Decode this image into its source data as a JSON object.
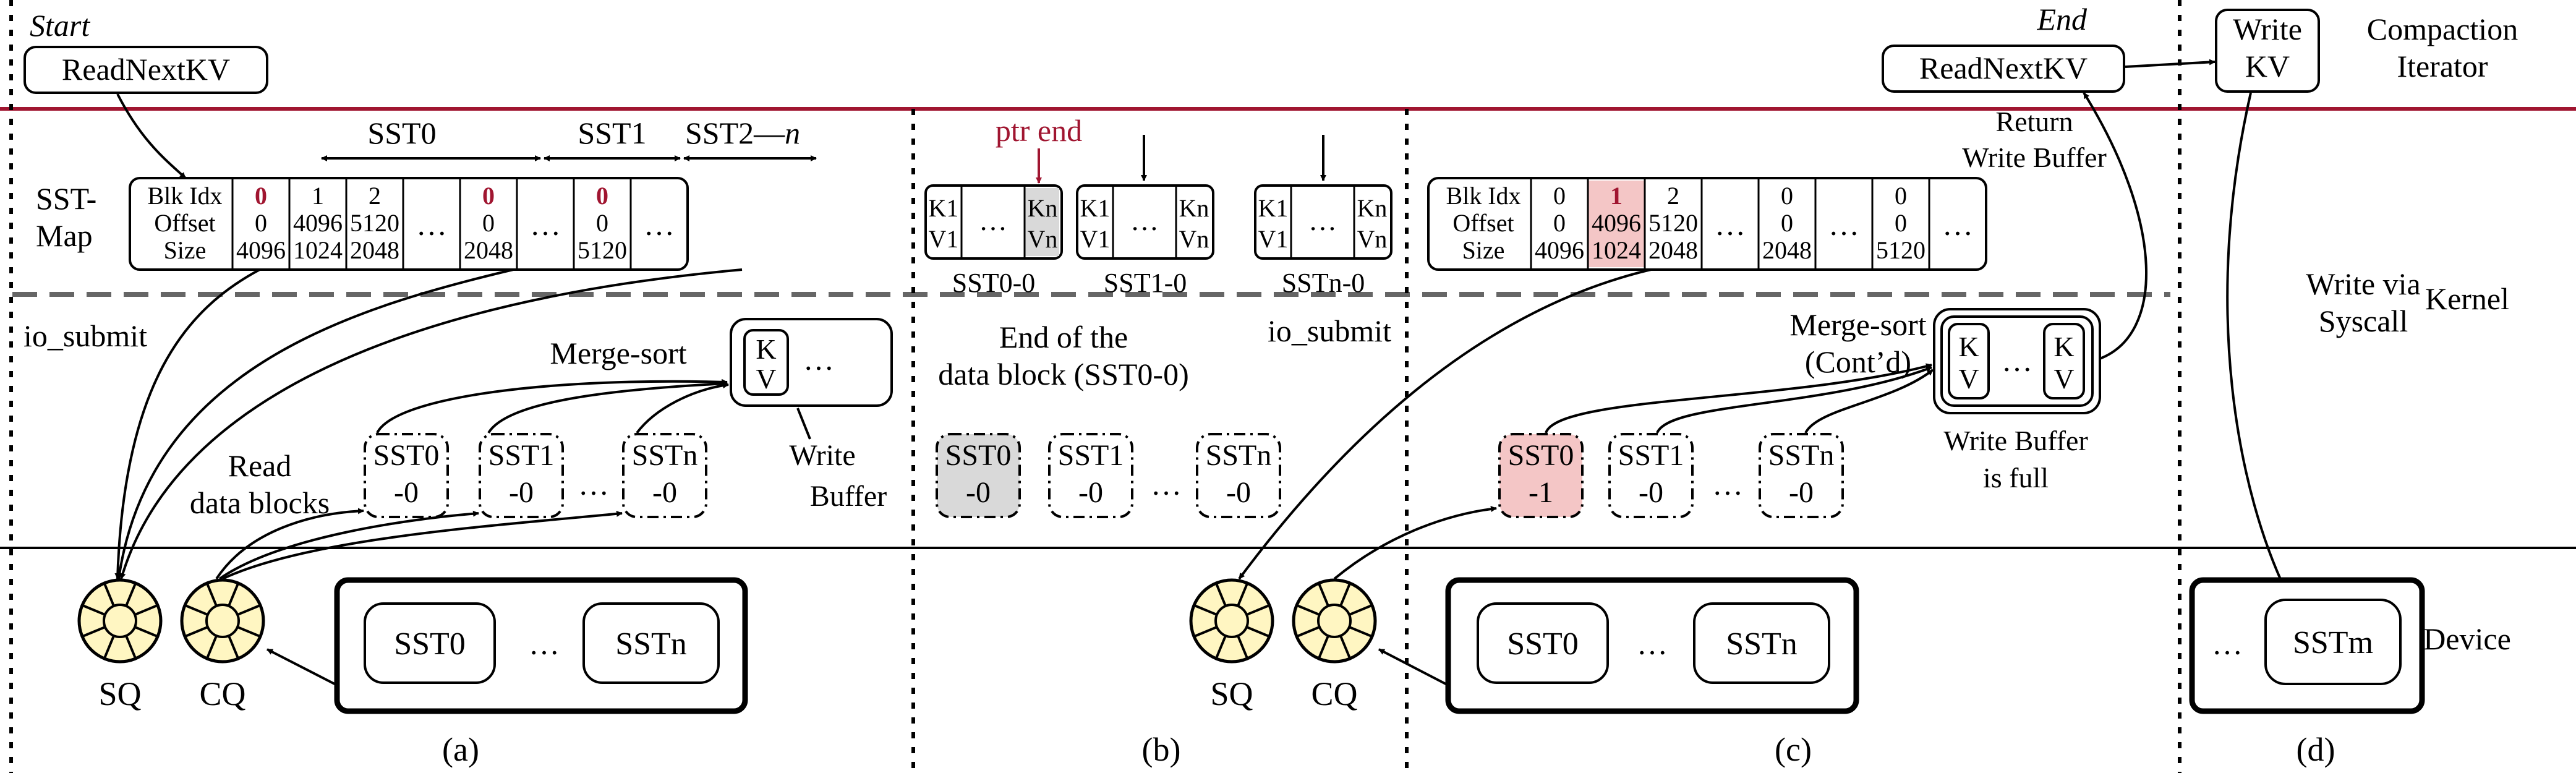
{
  "top": {
    "start": "Start",
    "end": "End",
    "read_next_kv": "ReadNextKV",
    "write_kv": [
      "Write",
      "KV"
    ],
    "compaction_iterator": [
      "Compaction",
      "Iterator"
    ]
  },
  "layers": {
    "kernel": "Kernel",
    "device": "Device"
  },
  "panel_a": {
    "range_sst0": "SST0",
    "range_sst1": "SST1",
    "range_sst2n": "SST2—",
    "range_n": "n",
    "sst_map_label": [
      "SST-",
      "Map"
    ],
    "row_labels": [
      "Blk Idx",
      "Offset",
      "Size"
    ],
    "map_cols": [
      {
        "blk": "0",
        "off": "0",
        "size": "4096"
      },
      {
        "blk": "1",
        "off": "4096",
        "size": "1024"
      },
      {
        "blk": "2",
        "off": "5120",
        "size": "2048"
      },
      {
        "blk": "…",
        "off": "",
        "size": ""
      },
      {
        "blk": "0",
        "off": "0",
        "size": "2048"
      },
      {
        "blk": "…",
        "off": "",
        "size": ""
      },
      {
        "blk": "0",
        "off": "0",
        "size": "5120"
      },
      {
        "blk": "…",
        "off": "",
        "size": ""
      }
    ],
    "io_submit": "io_submit",
    "merge_sort": "Merge-sort",
    "kv": [
      "K",
      "V"
    ],
    "ellipsis": "…",
    "write_buffer": [
      "Write",
      "Buffer"
    ],
    "read_data_blocks": [
      "Read",
      "data blocks"
    ],
    "blocks": [
      [
        "SST0",
        "-0"
      ],
      [
        "SST1",
        "-0"
      ],
      [
        "SSTn",
        "-0"
      ]
    ],
    "sq": "SQ",
    "cq": "CQ",
    "device_sst": [
      "SST0",
      "SSTn"
    ],
    "caption": "(a)"
  },
  "panel_b": {
    "ptr_end": "ptr end",
    "blocks": [
      {
        "k1": "K1",
        "v1": "V1",
        "kn": "Kn",
        "vn": "Vn",
        "label": "SST0-0"
      },
      {
        "k1": "K1",
        "v1": "V1",
        "kn": "Kn",
        "vn": "Vn",
        "label": "SST1-0"
      },
      {
        "k1": "K1",
        "v1": "V1",
        "kn": "Kn",
        "vn": "Vn",
        "label": "SSTn-0"
      }
    ],
    "end_of_block": [
      "End of the",
      "data block (SST0-0)"
    ],
    "io_submit": "io_submit",
    "data_blocks": [
      [
        "SST0",
        "-0"
      ],
      [
        "SST1",
        "-0"
      ],
      [
        "SSTn",
        "-0"
      ]
    ],
    "caption": "(b)"
  },
  "panel_c": {
    "row_labels": [
      "Blk Idx",
      "Offset",
      "Size"
    ],
    "map_cols": [
      {
        "blk": "0",
        "off": "0",
        "size": "4096"
      },
      {
        "blk": "1",
        "off": "4096",
        "size": "1024"
      },
      {
        "blk": "2",
        "off": "5120",
        "size": "2048"
      },
      {
        "blk": "…",
        "off": "",
        "size": ""
      },
      {
        "blk": "0",
        "off": "0",
        "size": "2048"
      },
      {
        "blk": "…",
        "off": "",
        "size": ""
      },
      {
        "blk": "0",
        "off": "0",
        "size": "5120"
      },
      {
        "blk": "…",
        "off": "",
        "size": ""
      }
    ],
    "return_write_buffer": [
      "Return",
      "Write Buffer"
    ],
    "merge_sort_contd": [
      "Merge-sort",
      "(Cont’d)"
    ],
    "write_buffer_full": [
      "Write Buffer",
      "is full"
    ],
    "blocks": [
      [
        "SST0",
        "-1"
      ],
      [
        "SST1",
        "-0"
      ],
      [
        "SSTn",
        "-0"
      ]
    ],
    "sq": "SQ",
    "cq": "CQ",
    "device_sst": [
      "SST0",
      "SSTn"
    ],
    "caption": "(c)"
  },
  "panel_d": {
    "write_via_syscall": [
      "Write via",
      "Syscall"
    ],
    "device_sst": "SSTm",
    "caption": "(d)"
  },
  "colors": {
    "highlight_red": "#f4c6c6",
    "highlight_gray": "#d9d9d9",
    "accent_red": "#a01530",
    "queue_fill": "#fff6c2"
  }
}
